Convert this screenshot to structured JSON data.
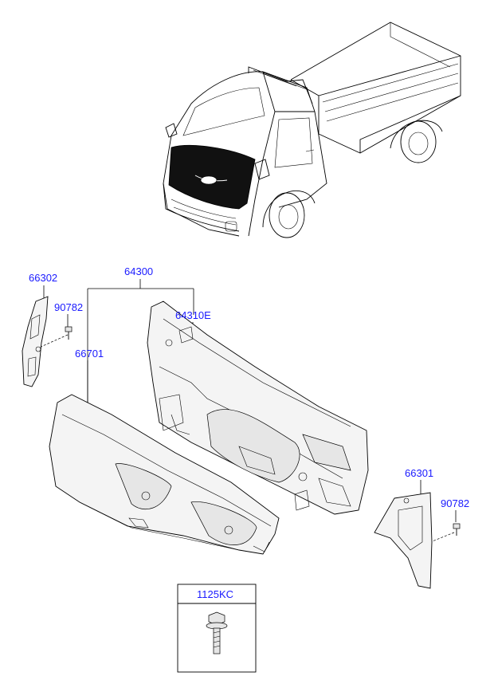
{
  "labels": {
    "p64300": "64300",
    "p66302": "66302",
    "p90782_left": "90782",
    "p64310e": "64310E",
    "p66701": "66701",
    "p66301": "66301",
    "p90782_right": "90782"
  },
  "legend": {
    "part_number": "1125KC"
  },
  "colors": {
    "label_text": "#1a1aff",
    "line": "#000000",
    "highlight": "#111111"
  }
}
